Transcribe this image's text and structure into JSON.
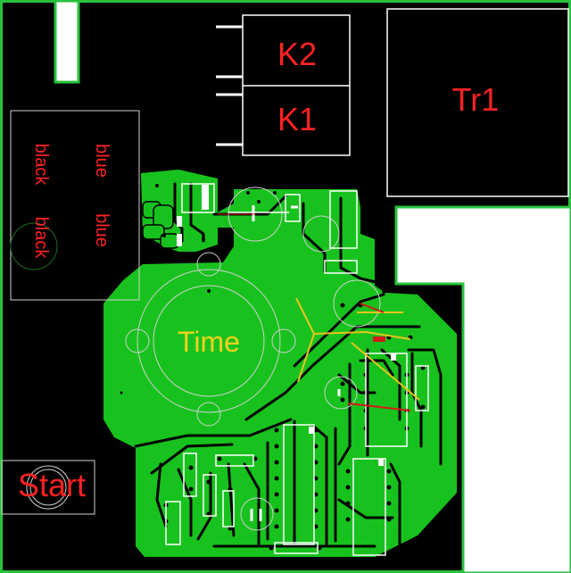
{
  "relays": [
    {
      "id": "k2",
      "label": "K2"
    },
    {
      "id": "k1",
      "label": "K1"
    }
  ],
  "transformer": {
    "label": "Tr1"
  },
  "connector_wires": {
    "left_column": [
      "black",
      "black"
    ],
    "right_column": [
      "blue",
      "blue"
    ]
  },
  "knob": {
    "label": "Time"
  },
  "start_button": {
    "label": "Start"
  },
  "colors": {
    "background": "#000000",
    "board_edge": "#28c23c",
    "copper_pour": "#18c21e",
    "silkscreen": "#ffffff",
    "silk_label": "#ff2222",
    "knob_label": "#f2d21c",
    "cutout": "#ffffff"
  }
}
